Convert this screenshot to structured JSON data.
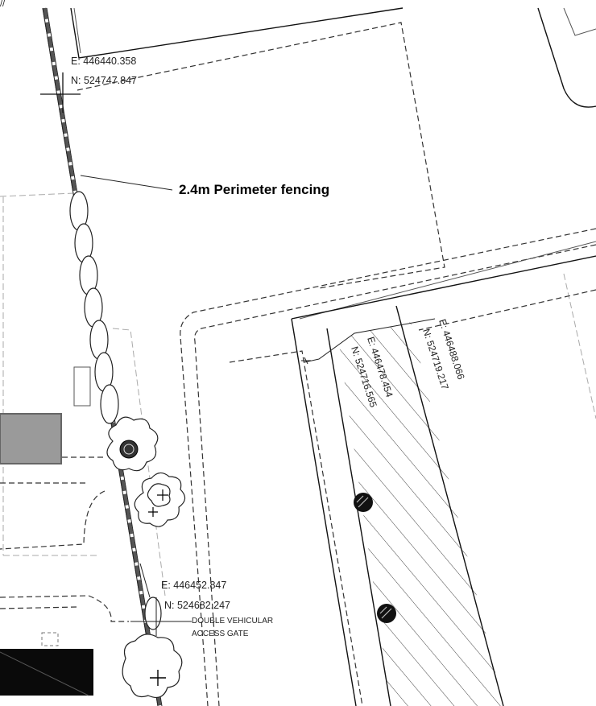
{
  "corner_mark": "//",
  "callout": {
    "text": "2.4m Perimeter fencing"
  },
  "coordinates": [
    {
      "e": "E: 446440.358",
      "n": "N: 524747.847"
    },
    {
      "e": "E: 446452.847",
      "n": "N: 524682.247"
    },
    {
      "e": "E: 446478.454",
      "n": "N: 524716.565"
    },
    {
      "e": "E: 446488.066",
      "n": "N: 524719.217"
    }
  ],
  "gate_label": {
    "line1": "DOUBLE VEHICULAR",
    "line2": "ACCESS GATE"
  },
  "colors": {
    "ink": "#222222",
    "grey_block": "#9a9a9a",
    "black_block": "#0a0a0a"
  }
}
